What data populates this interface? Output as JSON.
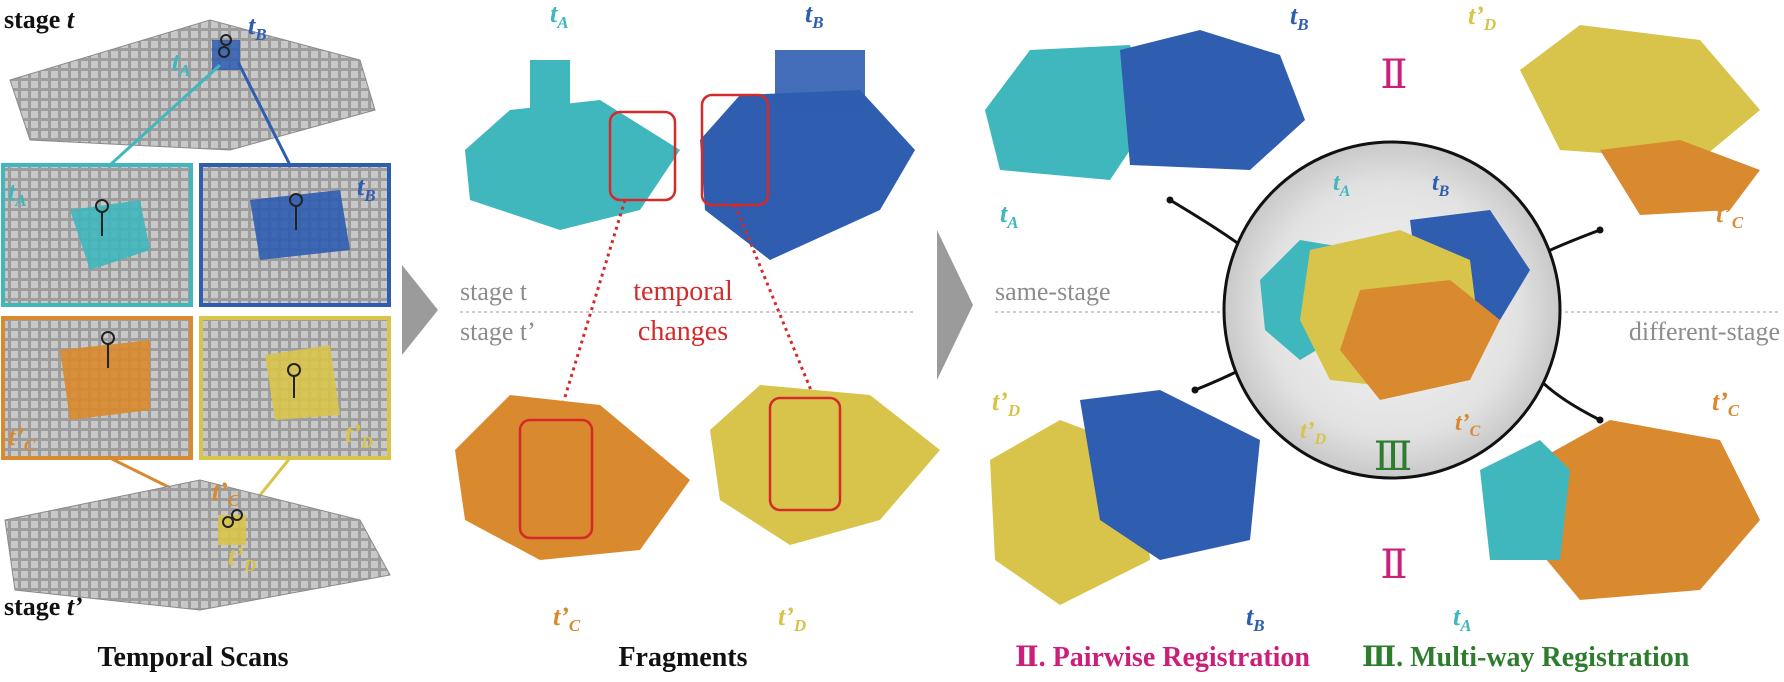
{
  "left": {
    "stage_t": "stage",
    "stage_t_var": "t",
    "stage_tp": "stage",
    "stage_tp_var": "t’",
    "caption": "Temporal Scans",
    "tA": "t",
    "tA_sub": "A",
    "tB": "t",
    "tB_sub": "B",
    "tC": "t’",
    "tC_sub": "C",
    "tD": "t’",
    "tD_sub": "D"
  },
  "middle": {
    "caption": "Fragments",
    "stage_t": "stage t",
    "stage_tp": "stage t’",
    "temporal_1": "temporal",
    "temporal_2": "changes",
    "tA": "t",
    "tA_sub": "A",
    "tB": "t",
    "tB_sub": "B",
    "tC": "t’",
    "tC_sub": "C",
    "tD": "t’",
    "tD_sub": "D"
  },
  "right": {
    "same_stage": "same-stage",
    "different_stage": "different-stage",
    "roman_2": "Ⅱ",
    "roman_3": "Ⅲ",
    "legend_2_num": "Ⅱ.",
    "legend_2_text": "Pairwise Registration",
    "legend_3_num": "Ⅲ.",
    "legend_3_text": "Multi-way Registration",
    "tA": "t",
    "tA_sub": "A",
    "tB": "t",
    "tB_sub": "B",
    "tC": "t’",
    "tC_sub": "C",
    "tD": "t’",
    "tD_sub": "D"
  },
  "colors": {
    "cyan": "#3fb7bd",
    "blue": "#2f5db0",
    "orange": "#d9892e",
    "yellow": "#d8c44a",
    "red": "#d42a2a",
    "magenta": "#cc1f7a",
    "green": "#2e7d2e",
    "gray": "#8c8c8c"
  }
}
